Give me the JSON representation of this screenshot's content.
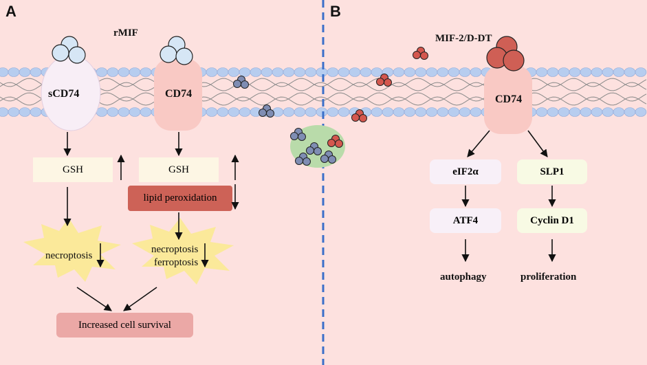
{
  "panels": {
    "a": "A",
    "b": "B"
  },
  "left": {
    "ligand": "rMIF",
    "receptor_soluble": "sCD74",
    "receptor": "CD74",
    "gsh_left": "GSH",
    "gsh_right": "GSH",
    "lipid": "lipid peroxidation",
    "necroptosis_left": "necroptosis",
    "necroptosis_right": "necroptosis",
    "ferroptosis": "ferroptosis",
    "outcome": "Increased cell survival"
  },
  "right": {
    "ligand": "MIF-2/D-DT",
    "receptor": "CD74",
    "eif2a": "eIF2α",
    "atf4": "ATF4",
    "autophagy": "autophagy",
    "slp1": "SLP1",
    "cyclin": "Cyclin D1",
    "proliferation": "proliferation"
  },
  "colors": {
    "background": "#fde1df",
    "divider": "#3a6fc9",
    "membrane_bead": "#b7cdef",
    "rmif_trimer": "#d6e6f5",
    "mif2_trimer": "#cf5f55",
    "small_blue": "#7f8db3",
    "small_red": "#d4574e",
    "vesicle": "#b9dbaa",
    "cd74": "#f9c9c4",
    "scd74": "#f8eef6",
    "gsh_box": "#fdf6e4",
    "lipid_box": "#cd6257",
    "star": "#fbe99a",
    "outcome_box": "#eba8a6",
    "eif_box": "#f8f0f8",
    "slp_box": "#f8fae4"
  }
}
